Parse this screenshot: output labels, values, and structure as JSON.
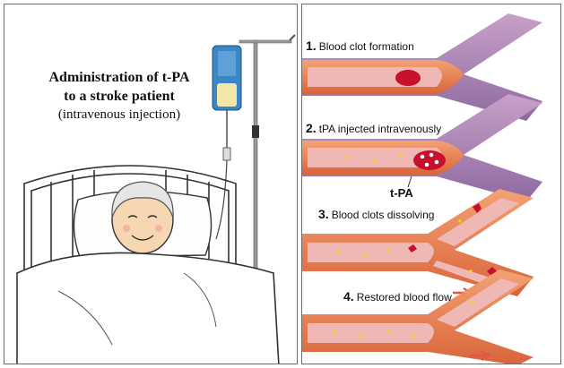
{
  "left_panel": {
    "caption_line1": "Administration of t-PA",
    "caption_line2": "to a stroke patient",
    "caption_line3": "(intravenous injection)"
  },
  "right_panel": {
    "steps": [
      {
        "number": "1.",
        "label": "Blood clot formation"
      },
      {
        "number": "2.",
        "label": "tPA injected intravenously"
      },
      {
        "number": "3.",
        "label": "Blood clots dissolving"
      },
      {
        "number": "4.",
        "label": "Restored blood flow"
      }
    ],
    "tpa_label": "t-PA"
  },
  "colors": {
    "vessel_outer": "#e8875a",
    "vessel_inner": "#f0b8b4",
    "vessel_branch": "#b58ab8",
    "clot": "#c8102e",
    "tpa_particle": "#f6d21a",
    "arrow": "#e2554a",
    "iv_bag": "#3b86c4"
  }
}
